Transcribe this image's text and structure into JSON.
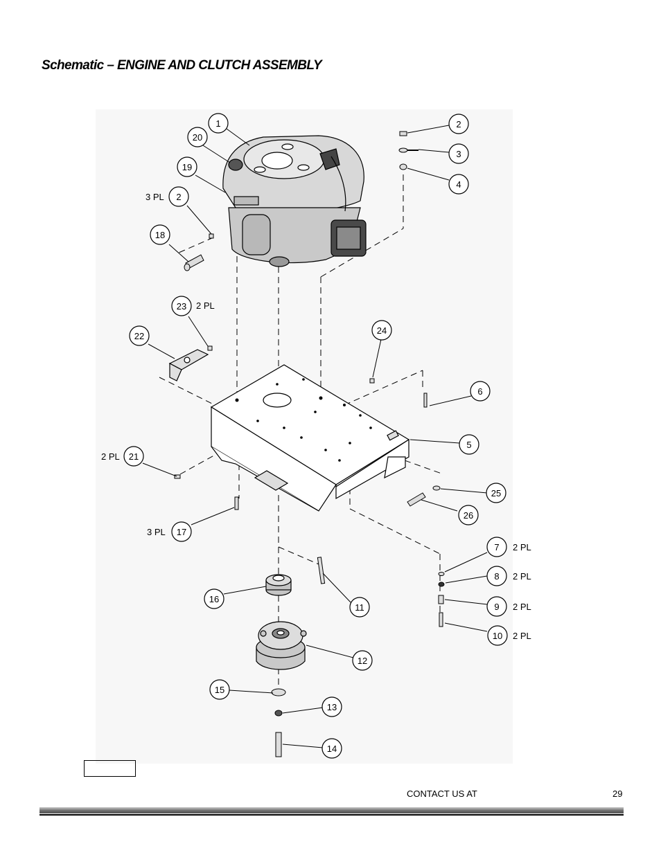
{
  "page": {
    "title": "Schematic – ENGINE AND CLUTCH ASSEMBLY",
    "footer_contact": "CONTACT US AT",
    "page_number": "29"
  },
  "callouts": {
    "c1": "1",
    "c2a": "2",
    "c2b": "2",
    "c3": "3",
    "c4": "4",
    "c5": "5",
    "c6": "6",
    "c7": "7",
    "c8": "8",
    "c9": "9",
    "c10": "10",
    "c11": "11",
    "c12": "12",
    "c13": "13",
    "c14": "14",
    "c15": "15",
    "c16": "16",
    "c17": "17",
    "c18": "18",
    "c19": "19",
    "c20": "20",
    "c21": "21",
    "c22": "22",
    "c23": "23",
    "c24": "24",
    "c25": "25",
    "c26": "26"
  },
  "qty": {
    "q2": "3 PL",
    "q23": "2 PL",
    "q21": "2 PL",
    "q17": "3 PL",
    "q7": "2 PL",
    "q8": "2 PL",
    "q9": "2 PL",
    "q10": "2 PL"
  }
}
